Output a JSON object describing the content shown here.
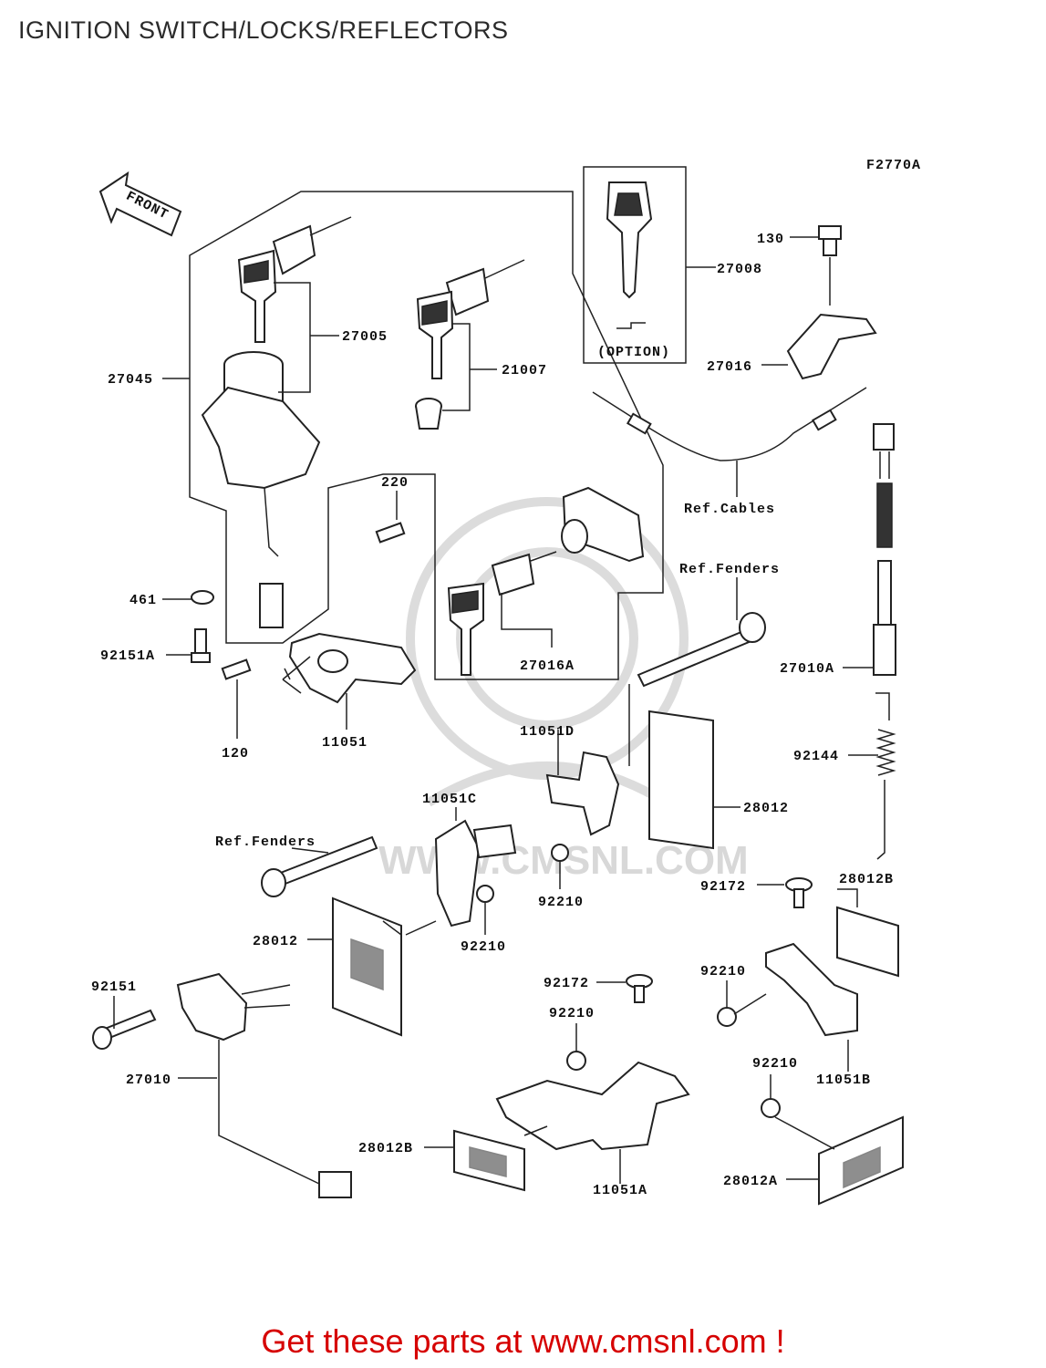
{
  "title": "IGNITION SWITCH/LOCKS/REFLECTORS",
  "diagram": {
    "figure_id": "F2770A",
    "front_arrow": "FRONT",
    "option_label": "(OPTION)",
    "watermark": "WWW.CMSNL.COM",
    "labels": {
      "p130": "130",
      "p27008": "27008",
      "p27016": "27016",
      "p27005": "27005",
      "p21007": "21007",
      "p27045": "27045",
      "refCables": "Ref.Cables",
      "p220": "220",
      "refFenders1": "Ref.Fenders",
      "p461": "461",
      "p92151A": "92151A",
      "p27016A": "27016A",
      "p27010A": "27010A",
      "p120": "120",
      "p11051": "11051",
      "p11051D": "11051D",
      "p92144": "92144",
      "p11051C": "11051C",
      "p28012a": "28012",
      "refFenders2": "Ref.Fenders",
      "p92210a": "92210",
      "p92172a": "92172",
      "p28012B1": "28012B",
      "p28012b": "28012",
      "p92210b": "92210",
      "p92210c": "92210",
      "p92151": "92151",
      "p92172b": "92172",
      "p92210d": "92210",
      "p11051B": "11051B",
      "p27010": "27010",
      "p92210e": "92210",
      "p28012B2": "28012B",
      "p11051A": "11051A",
      "p28012A": "28012A"
    }
  },
  "footer": "Get these parts at www.cmsnl.com !"
}
